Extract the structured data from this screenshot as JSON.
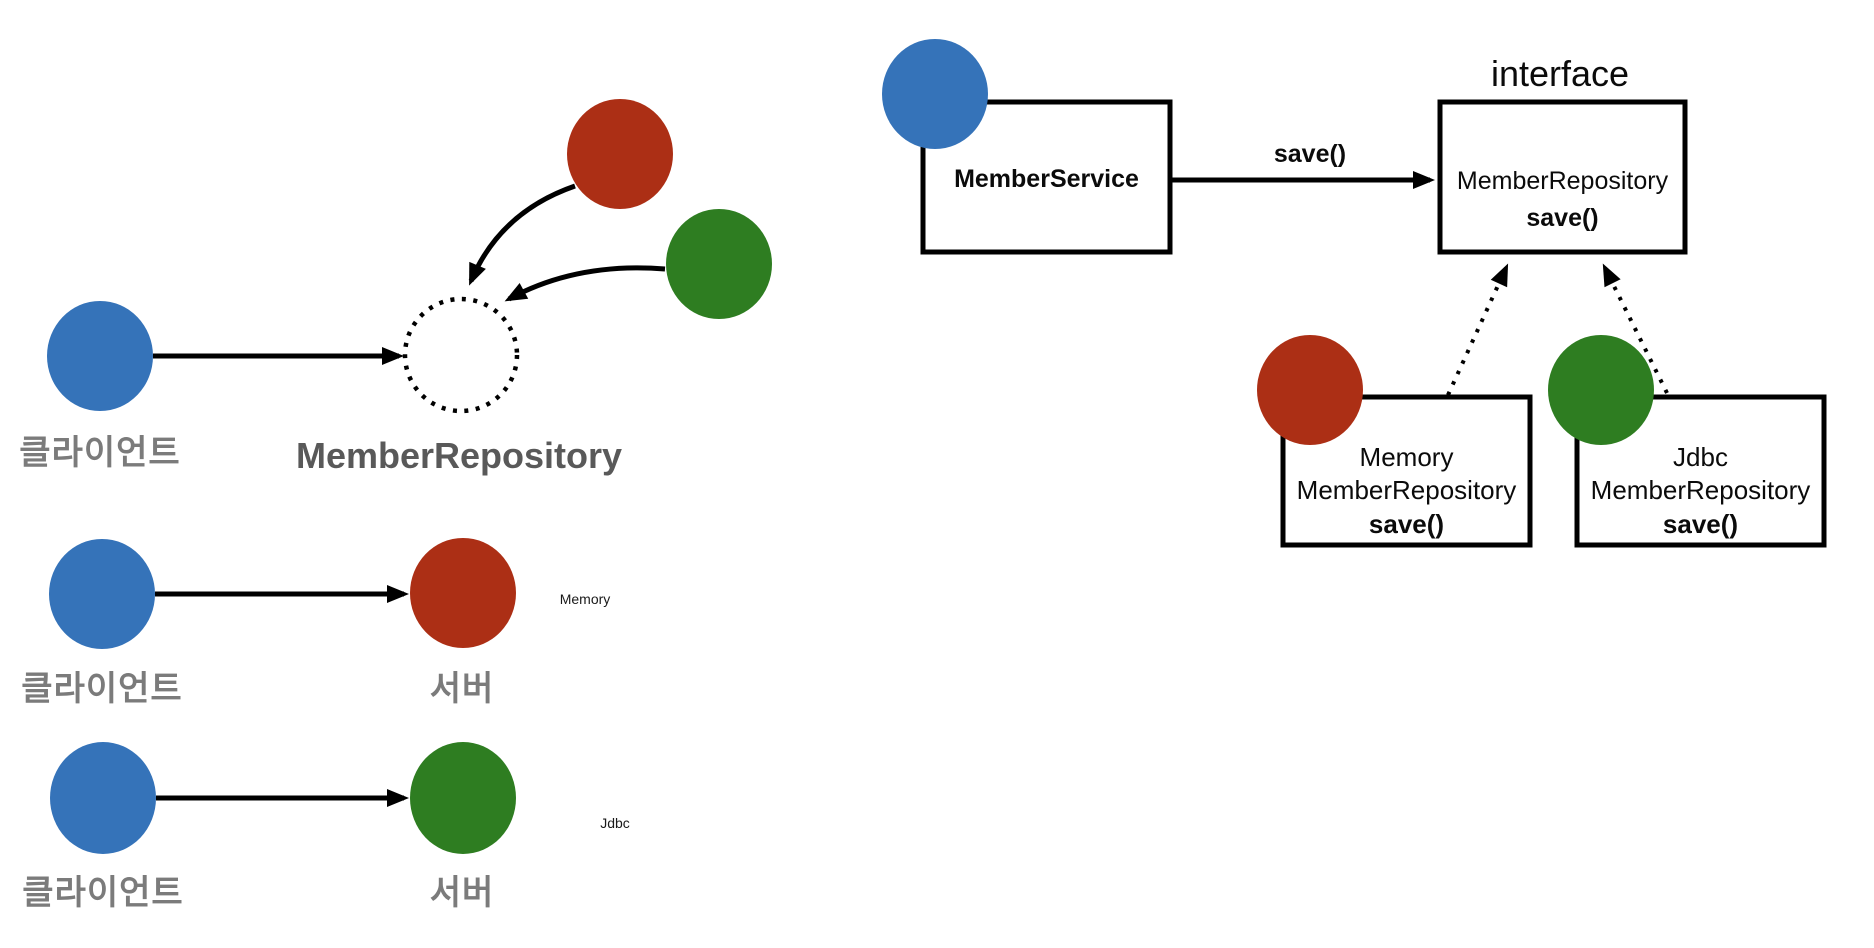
{
  "colors": {
    "client_blue": "#3573B9",
    "memory_red": "#AC2F15",
    "jdbc_green": "#2E7D21",
    "label_gray": "#7B7B7B",
    "title_gray": "#595959",
    "line_black": "#000000"
  },
  "left_diagram": {
    "interface_concept": {
      "client_label": "클라이언트",
      "repository_title": "MemberRepository"
    },
    "memory_row": {
      "client_label": "클라이언트",
      "server_label": "서버",
      "impl_note": "Memory"
    },
    "jdbc_row": {
      "client_label": "클라이언트",
      "server_label": "서버",
      "impl_note": "Jdbc"
    }
  },
  "right_diagram": {
    "interface_label": "interface",
    "member_service_box": {
      "title": "MemberService"
    },
    "save_arrow_label": "save()",
    "member_repository_box": {
      "title": "MemberRepository",
      "method": "save()"
    },
    "memory_box": {
      "prefix": "Memory",
      "name": "MemberRepository",
      "method": "save()"
    },
    "jdbc_box": {
      "prefix": "Jdbc",
      "name": "MemberRepository",
      "method": "save()"
    }
  }
}
